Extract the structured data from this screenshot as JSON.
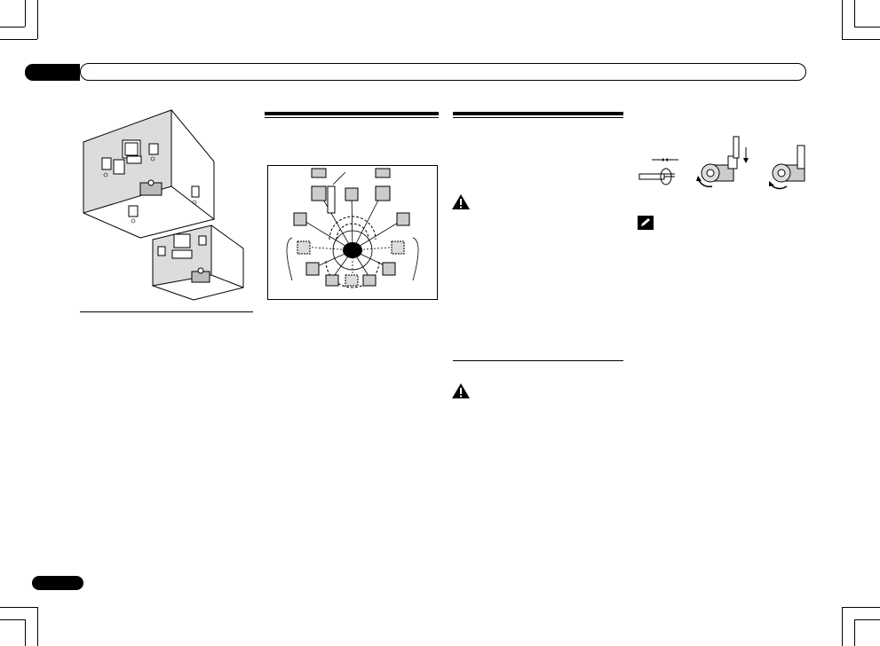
{
  "page": {
    "chapter_tab": "",
    "page_number": "",
    "header_text": ""
  },
  "figures": {
    "room_layout_top": "room-illustration-top",
    "room_layout_bottom": "room-illustration-bottom",
    "speaker_diagram": "speaker-placement-diagram",
    "wire_steps": "speaker-wire-steps",
    "warning_icon_1": "warning-icon",
    "warning_icon_2": "warning-icon",
    "note_icon": "note-icon"
  }
}
